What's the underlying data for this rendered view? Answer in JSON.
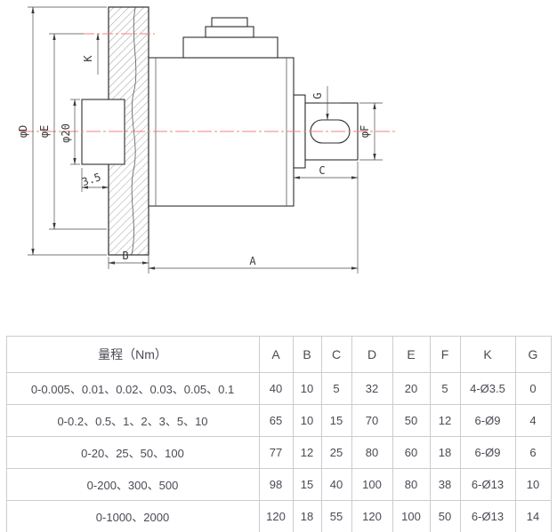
{
  "drawing": {
    "labels": {
      "phi_D": "φD",
      "phi_E": "φE",
      "phi_20": "φ20",
      "offset_3_5": "3.5",
      "K": "K",
      "G": "G",
      "phi_F": "φF",
      "C": "C",
      "A": "A",
      "B": "B"
    },
    "centerline_color": "#f08080",
    "line_color": "#2e2e2e"
  },
  "table": {
    "headers": [
      "量程（Nm）",
      "A",
      "B",
      "C",
      "D",
      "E",
      "F",
      "K",
      "G"
    ],
    "rows": [
      [
        "0-0.005、0.01、0.02、0.03、0.05、0.1",
        "40",
        "10",
        "5",
        "32",
        "20",
        "5",
        "4-Ø3.5",
        "0"
      ],
      [
        "0-0.2、0.5、1、2、3、5、10",
        "65",
        "10",
        "15",
        "70",
        "50",
        "12",
        "6-Ø9",
        "4"
      ],
      [
        "0-20、25、50、100",
        "77",
        "12",
        "25",
        "80",
        "60",
        "18",
        "6-Ø9",
        "6"
      ],
      [
        "0-200、300、500",
        "98",
        "15",
        "40",
        "100",
        "80",
        "38",
        "6-Ø13",
        "10"
      ],
      [
        "0-1000、2000",
        "120",
        "18",
        "55",
        "120",
        "100",
        "50",
        "6-Ø13",
        "14"
      ]
    ]
  }
}
